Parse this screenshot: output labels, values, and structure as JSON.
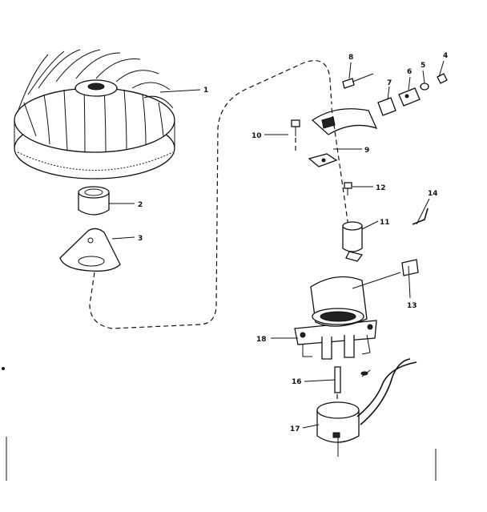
{
  "title": "",
  "part_labels": [
    {
      "id": "flywheel",
      "label": "1"
    },
    {
      "id": "bushing",
      "label": "2"
    },
    {
      "id": "flange",
      "label": "3"
    },
    {
      "id": "nut",
      "label": "4"
    },
    {
      "id": "washer",
      "label": "5"
    },
    {
      "id": "lock-plate",
      "label": "6"
    },
    {
      "id": "clip",
      "label": "7"
    },
    {
      "id": "bolt",
      "label": "8"
    },
    {
      "id": "bracket-set",
      "label": "9"
    },
    {
      "id": "screw-left",
      "label": "10"
    },
    {
      "id": "condenser",
      "label": "11"
    },
    {
      "id": "screw-small",
      "label": "12"
    },
    {
      "id": "gasket",
      "label": "13"
    },
    {
      "id": "spring-clip",
      "label": "14"
    },
    {
      "id": "pin",
      "label": "16"
    },
    {
      "id": "coil",
      "label": "17"
    },
    {
      "id": "stator",
      "label": "18"
    }
  ],
  "colors": {
    "ink": "#111111",
    "paper": "#ffffff"
  }
}
